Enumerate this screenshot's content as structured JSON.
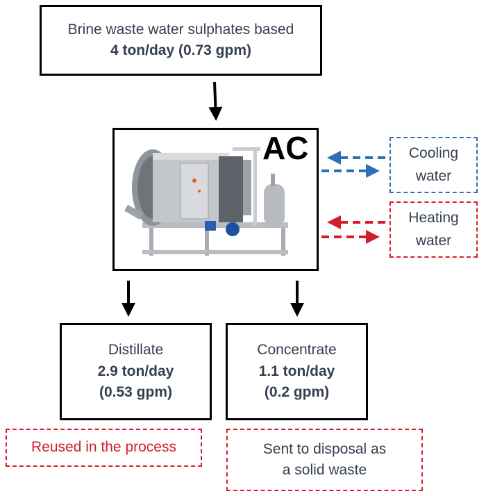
{
  "input": {
    "title": "Brine waste water sulphates based",
    "flow": "4 ton/day (0.73 gpm)"
  },
  "unit": {
    "label": "AC"
  },
  "cooling": {
    "label_line1": "Cooling",
    "label_line2": "water",
    "color": "#2e6fb5"
  },
  "heating": {
    "label_line1": "Heating",
    "label_line2": "water",
    "color": "#d21f2c"
  },
  "distillate": {
    "title": "Distillate",
    "flow_ton": "2.9 ton/day",
    "flow_gpm": "(0.53 gpm)",
    "destination": "Reused in the process"
  },
  "concentrate": {
    "title": "Concentrate",
    "flow_ton": "1.1 ton/day",
    "flow_gpm": "(0.2 gpm)",
    "destination_line1": "Sent to disposal as",
    "destination_line2": "a solid waste"
  }
}
